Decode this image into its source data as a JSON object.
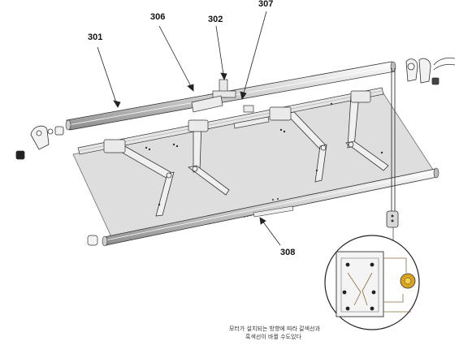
{
  "callouts": {
    "c301": "301",
    "c302": "302",
    "c306": "306",
    "c307": "307",
    "c308": "308"
  },
  "note": {
    "line1": "모터가 설치되는 방향에 따라 갈색선과",
    "line2": "흑색선이 바뀔 수도있다"
  },
  "colors": {
    "line": "#333333",
    "fabric": "#d9d9d9",
    "motor": "#d9a520",
    "detail_lines": "#8a6a3a"
  },
  "icons": [
    "motor-control-switch-icon",
    "end-bracket-icon",
    "motor-icon",
    "wiring-detail-icon"
  ]
}
